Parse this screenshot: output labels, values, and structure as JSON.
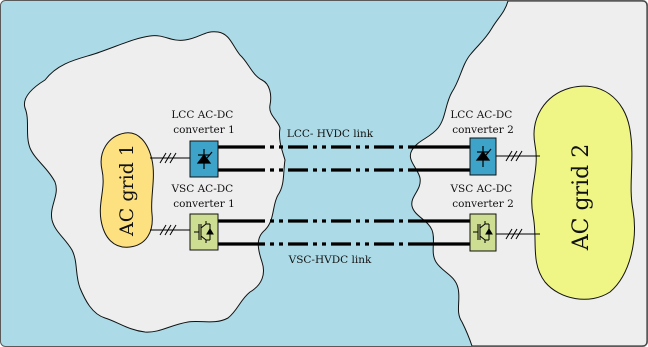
{
  "colors": {
    "sea": "#acdbe7",
    "land": "#eeeeee",
    "grid1": "#fde07f",
    "grid2": "#eff686",
    "lcc_box": "#3ea3c9",
    "vsc_box": "#cddd91",
    "frame": "#5a5a5a"
  },
  "labels": {
    "lcc_conv1": [
      "LCC AC-DC",
      "converter 1"
    ],
    "vsc_conv1": [
      "VSC AC-DC",
      "converter 1"
    ],
    "lcc_conv2": [
      "LCC AC-DC",
      "converter 2"
    ],
    "vsc_conv2": [
      "VSC AC-DC",
      "converter 2"
    ],
    "lcc_link": "LCC- HVDC link",
    "vsc_link": "VSC-HVDC link",
    "grid1": "AC grid 1",
    "grid2": "AC grid 2"
  },
  "icons": {
    "lcc": "thyristor-icon",
    "vsc": "igbt-icon"
  }
}
